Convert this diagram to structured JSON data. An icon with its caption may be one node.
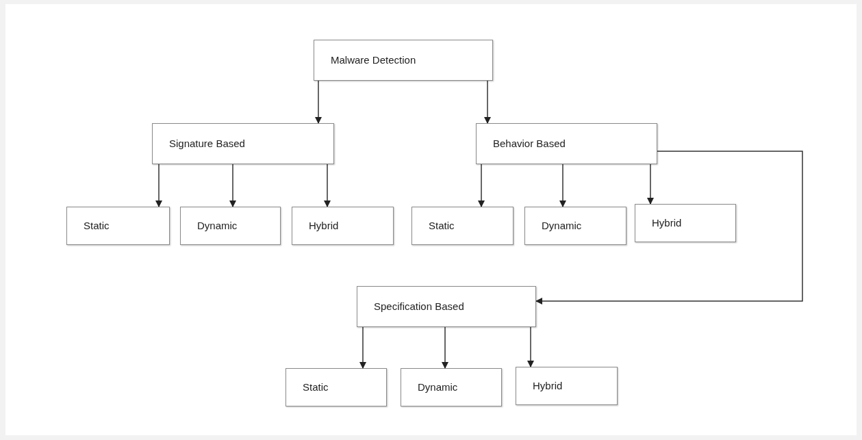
{
  "diagram": {
    "nodes": [
      {
        "text": [
          "Malware Detection"
        ]
      },
      {
        "text": [
          "Signature Based"
        ]
      },
      {
        "text": [
          "Behavior Based"
        ]
      },
      {
        "text": [
          "Static"
        ]
      },
      {
        "text": [
          "Dynamic"
        ]
      },
      {
        "text": [
          "Hybrid"
        ]
      },
      {
        "text": [
          "Static"
        ]
      },
      {
        "text": [
          "Dynamic"
        ]
      },
      {
        "text": [
          "Hybrid"
        ]
      },
      {
        "text": [
          "Specification Based"
        ]
      },
      {
        "text": [
          "Static"
        ]
      },
      {
        "text": [
          "Dynamic"
        ]
      },
      {
        "text": [
          "Hybrid"
        ]
      }
    ],
    "edges": [
      {
        "from": 0,
        "to": 1,
        "arrow": "to"
      },
      {
        "from": 0,
        "to": 2,
        "arrow": "to"
      },
      {
        "from": 1,
        "to": 3,
        "arrow": "to"
      },
      {
        "from": 1,
        "to": 4,
        "arrow": "to"
      },
      {
        "from": 1,
        "to": 5,
        "arrow": "to"
      },
      {
        "from": 2,
        "to": 6,
        "arrow": "to"
      },
      {
        "from": 2,
        "to": 7,
        "arrow": "to"
      },
      {
        "from": 2,
        "to": 8,
        "arrow": "to"
      },
      {
        "from": 2,
        "to": 9,
        "arrow": "to"
      },
      {
        "from": 9,
        "to": 10,
        "arrow": "to"
      },
      {
        "from": 9,
        "to": 11,
        "arrow": "to"
      },
      {
        "from": 9,
        "to": 12,
        "arrow": "to"
      }
    ]
  }
}
